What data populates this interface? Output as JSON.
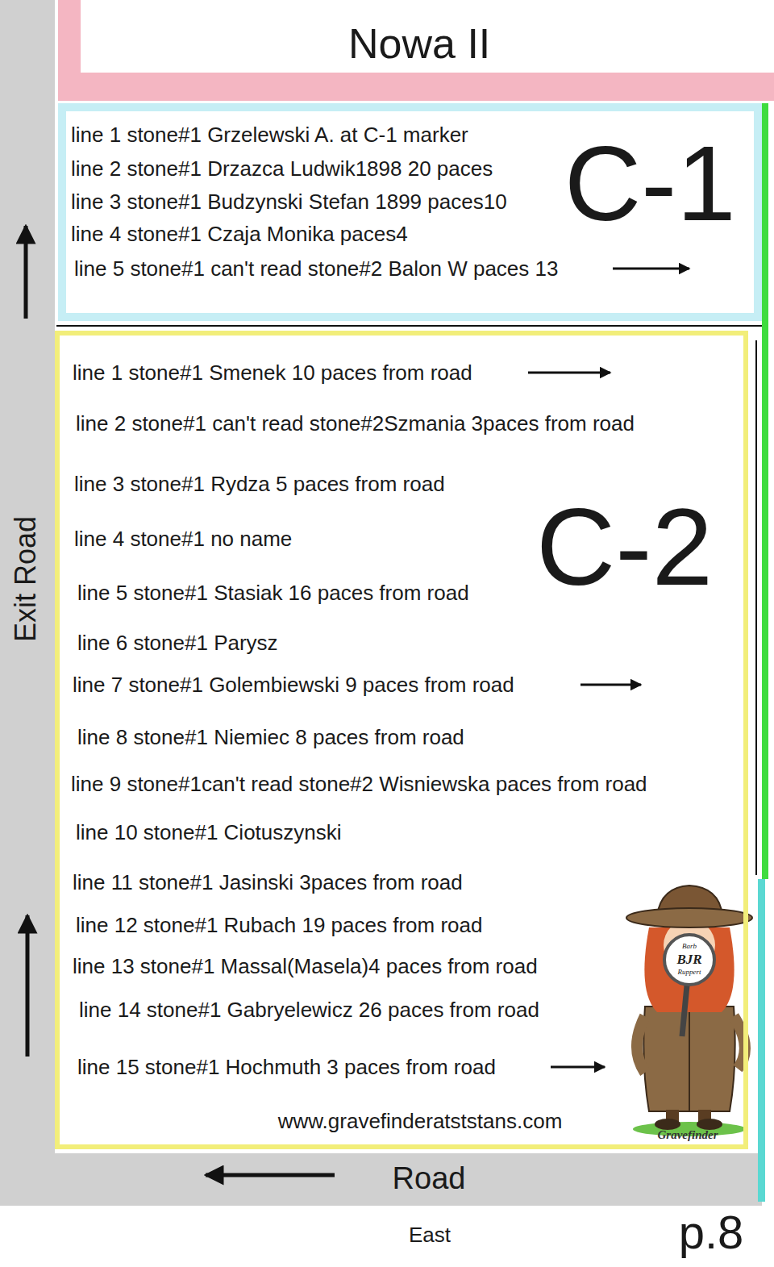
{
  "diagram": {
    "title": "Nowa II",
    "nodes": [
      {
        "text": [
          "C-1",
          "line 1 stone#1 Grzelewski A. at C-1 marker",
          "line 2 stone#1 Drzazca Ludwik1898 20 paces",
          "line 3 stone#1 Budzynski Stefan 1899 paces10",
          "line 4 stone#1 Czaja Monika paces4",
          "line 5 stone#1 can't read stone#2 Balon W paces 13"
        ]
      },
      {
        "text": [
          "C-2",
          "line 1 stone#1 Smenek 10 paces from road",
          "line 2 stone#1 can't read stone#2Szmania 3paces from road",
          "line 3 stone#1 Rydza 5 paces from road",
          "line 4 stone#1 no name",
          "line 5 stone#1 Stasiak 16 paces from road",
          "line 6 stone#1 Parysz",
          "line 7 stone#1 Golembiewski 9 paces from road",
          "line 8 stone#1 Niemiec 8 paces from road",
          "line 9 stone#1can't read stone#2 Wisniewska paces from road",
          "line 10 stone#1 Ciotuszynski",
          "line 11 stone#1 Jasinski 3paces from road",
          "line 12 stone#1 Rubach 19 paces from road",
          "line 13 stone#1 Massal(Masela)4 paces from road",
          "line 14 stone#1 Gabryelewicz 26 paces from road",
          "line 15 stone#1 Hochmuth 3 paces from road"
        ]
      }
    ],
    "labels": [
      "Exit Road",
      "www.gravefinderatststans.com",
      "Barb",
      "BJR",
      "Ruppert",
      "Gravefinder",
      "Road",
      "East",
      "p.8"
    ]
  }
}
